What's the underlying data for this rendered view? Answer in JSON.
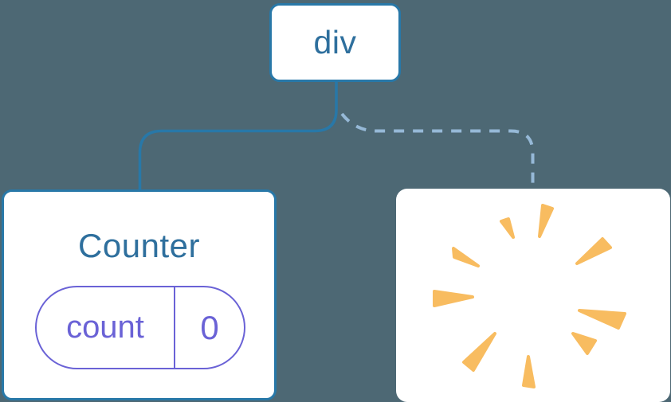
{
  "diagram": {
    "description": "Component tree: a div parent node connected by a solid edge to a Counter component holding state, and by a dashed edge to a removed child shown as a poof burst",
    "background_color": "#4D6874",
    "colors": {
      "node_fill": "#FFFFFF",
      "node_border_blue": "#2878A8",
      "edge_solid_blue": "#2878A8",
      "edge_dashed_blue": "#96B9D7",
      "label_blue": "#2E6F9D",
      "state_pill_purple": "#6A62D6",
      "poof_orange": "#F8BC60"
    },
    "nodes": {
      "root": {
        "label": "div"
      },
      "counter": {
        "title": "Counter",
        "state": {
          "key": "count",
          "value": "0"
        }
      },
      "removed": {
        "icon": "poof-icon"
      }
    },
    "edges": [
      {
        "from": "div",
        "to": "Counter",
        "style": "solid"
      },
      {
        "from": "div",
        "to": "removed",
        "style": "dashed"
      }
    ]
  }
}
